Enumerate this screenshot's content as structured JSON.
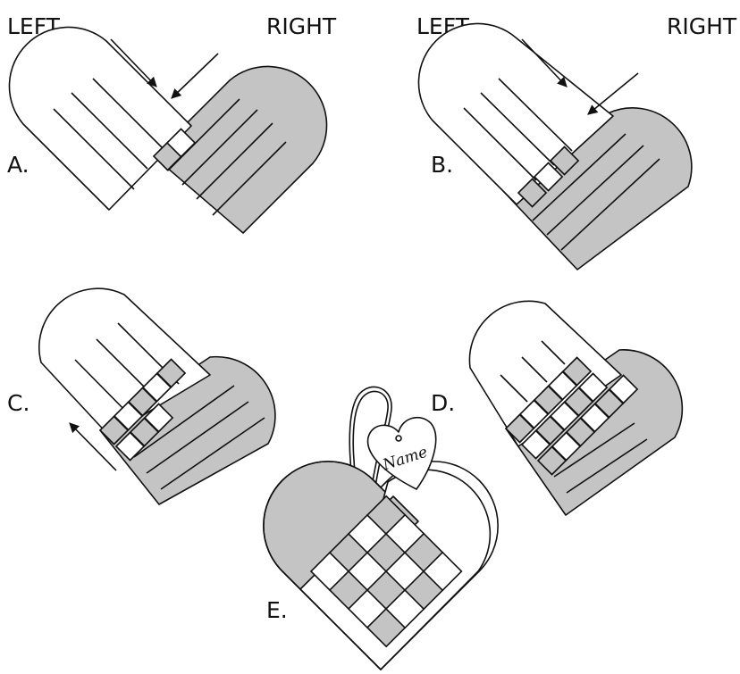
{
  "labels": {
    "left": "LEFT",
    "right": "RIGHT",
    "step_a": "A.",
    "step_b": "B.",
    "step_c": "C.",
    "step_d": "D.",
    "step_e": "E."
  },
  "tag": {
    "text": "Name"
  },
  "colors": {
    "strip_white": "#ffffff",
    "strip_grey": "#c4c4c4",
    "ink": "#111111"
  }
}
